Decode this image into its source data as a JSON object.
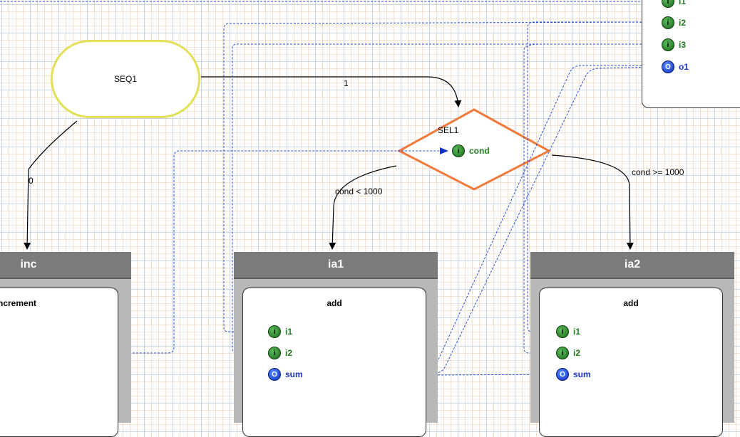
{
  "nodes": {
    "seq": {
      "label": "SEQ1"
    },
    "sel": {
      "label": "SEL1",
      "port": "cond"
    },
    "inc": {
      "title": "inc",
      "subtitle": "ncrement"
    },
    "ia1": {
      "title": "ia1",
      "subtitle": "add",
      "ports": [
        "i1",
        "i2",
        "sum"
      ]
    },
    "ia2": {
      "title": "ia2",
      "subtitle": "add",
      "ports": [
        "i1",
        "i2",
        "sum"
      ]
    },
    "top_panel": {
      "ports": [
        "i1",
        "i2",
        "i3",
        "o1"
      ]
    }
  },
  "edges": {
    "seq_to_sel": "1",
    "seq_to_inc": "0",
    "sel_to_ia1": "cond < 1000",
    "sel_to_ia2": "cond >= 1000"
  },
  "port_glyphs": {
    "input": "i",
    "output": "O"
  },
  "colors": {
    "seq_border": "#e3df56",
    "sel_border": "#f07a3c",
    "input_port": "#1f7a1f",
    "output_port": "#1a33c6",
    "data_link": "#2b4fd8",
    "task_header": "#7b7b7b",
    "task_body": "#b8b8b8"
  }
}
